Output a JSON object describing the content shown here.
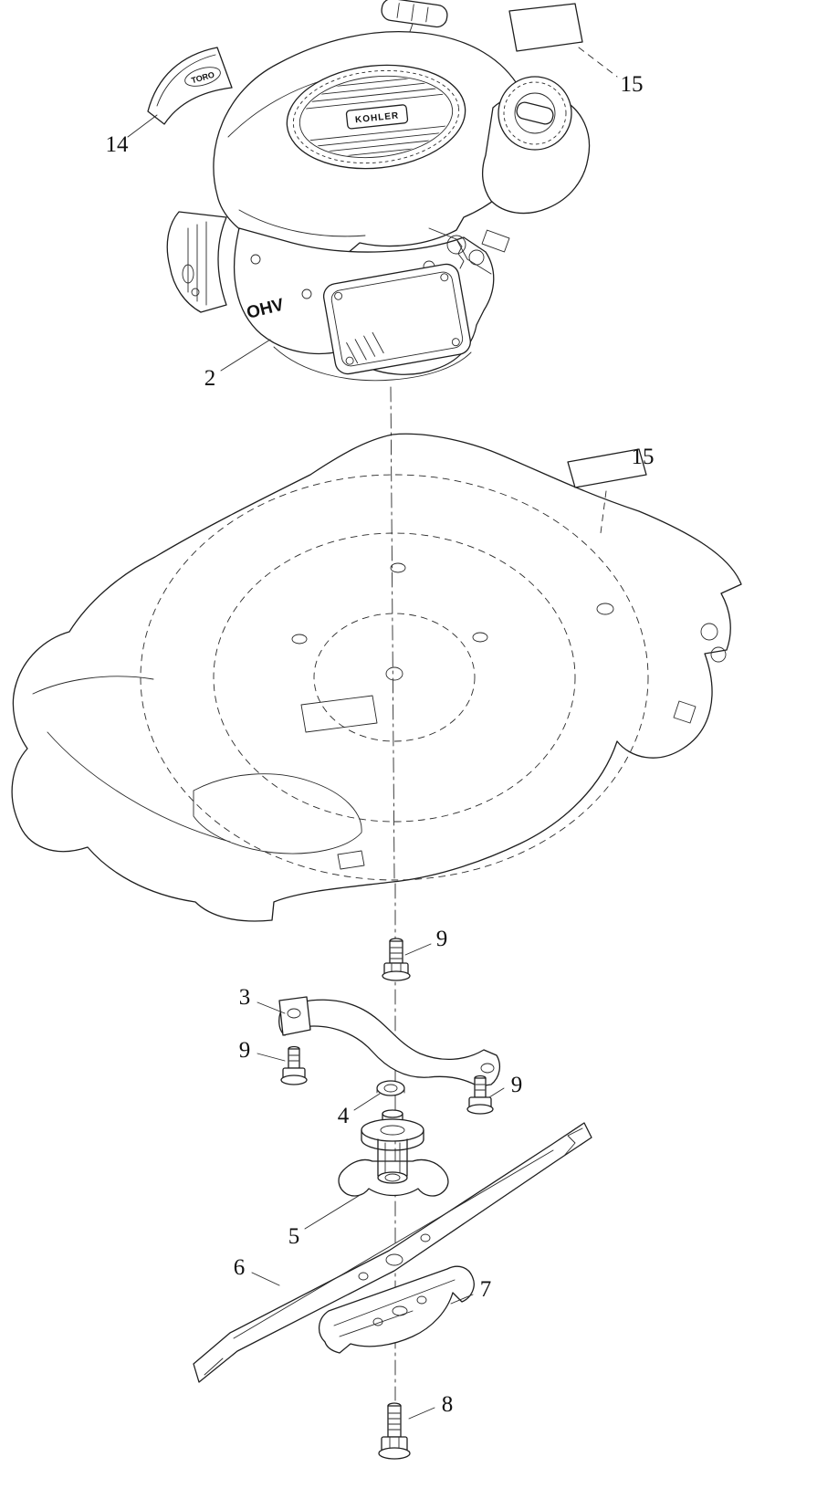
{
  "page": {
    "background": "#ffffff",
    "ink": "#1f1f1f",
    "type": "exploded-parts-diagram"
  },
  "diagram": {
    "art_text": {
      "engine_brand": "KOHLER",
      "engine_side": "OHV",
      "decal_brand": "TORO"
    },
    "callouts": [
      {
        "label": "14"
      },
      {
        "label": "15"
      },
      {
        "label": "2"
      },
      {
        "label": "15"
      },
      {
        "label": "9"
      },
      {
        "label": "3"
      },
      {
        "label": "9"
      },
      {
        "label": "9"
      },
      {
        "label": "4"
      },
      {
        "label": "5"
      },
      {
        "label": "6"
      },
      {
        "label": "7"
      },
      {
        "label": "8"
      }
    ]
  }
}
